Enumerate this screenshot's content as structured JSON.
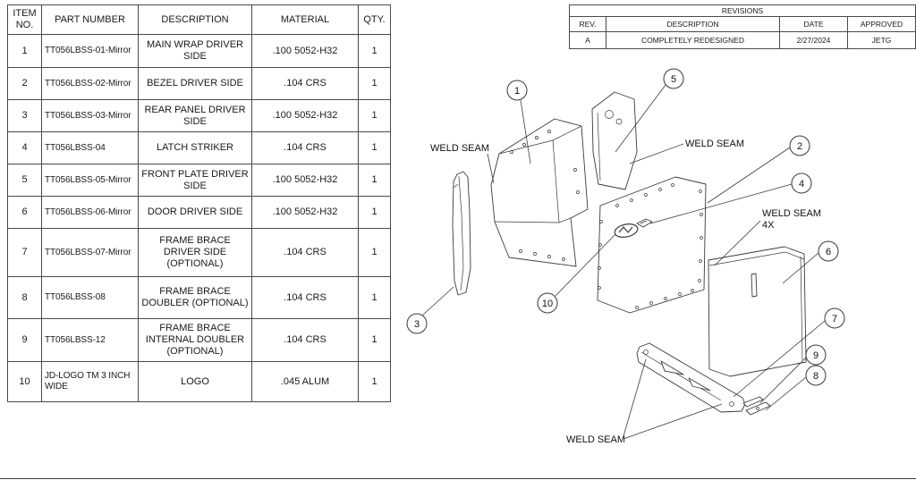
{
  "bom": {
    "headers": {
      "item": "ITEM NO.",
      "part_number": "PART NUMBER",
      "description": "DESCRIPTION",
      "material": "MATERIAL",
      "qty": "QTY."
    },
    "rows": [
      {
        "item": "1",
        "part_number": "TT056LBSS-01-Mirror",
        "description": "MAIN WRAP DRIVER SIDE",
        "material": ".100 5052-H32",
        "qty": "1"
      },
      {
        "item": "2",
        "part_number": "TT056LBSS-02-Mirror",
        "description": "BEZEL DRIVER SIDE",
        "material": ".104 CRS",
        "qty": "1"
      },
      {
        "item": "3",
        "part_number": "TT056LBSS-03-Mirror",
        "description": "REAR PANEL DRIVER SIDE",
        "material": ".100 5052-H32",
        "qty": "1"
      },
      {
        "item": "4",
        "part_number": "TT056LBSS-04",
        "description": "LATCH STRIKER",
        "material": ".104 CRS",
        "qty": "1"
      },
      {
        "item": "5",
        "part_number": "TT056LBSS-05-Mirror",
        "description": "FRONT PLATE DRIVER SIDE",
        "material": ".100 5052-H32",
        "qty": "1"
      },
      {
        "item": "6",
        "part_number": "TT056LBSS-06-Mirror",
        "description": "DOOR DRIVER SIDE",
        "material": ".100 5052-H32",
        "qty": "1"
      },
      {
        "item": "7",
        "part_number": "TT056LBSS-07-Mirror",
        "description": "FRAME BRACE DRIVER SIDE (OPTIONAL)",
        "material": ".104 CRS",
        "qty": "1"
      },
      {
        "item": "8",
        "part_number": "TT056LBSS-08",
        "description": "FRAME BRACE DOUBLER (OPTIONAL)",
        "material": ".104 CRS",
        "qty": "1"
      },
      {
        "item": "9",
        "part_number": "TT056LBSS-12",
        "description": "FRAME BRACE INTERNAL DOUBLER (OPTIONAL)",
        "material": ".104 CRS",
        "qty": "1"
      },
      {
        "item": "10",
        "part_number": "JD-LOGO TM 3 INCH WIDE",
        "description": "LOGO",
        "material": ".045 ALUM",
        "qty": "1"
      }
    ]
  },
  "revisions": {
    "title": "REVISIONS",
    "headers": {
      "rev": "REV.",
      "description": "DESCRIPTION",
      "date": "DATE",
      "approved": "APPROVED"
    },
    "rows": [
      {
        "rev": "A",
        "description": "COMPLETELY REDESIGNED",
        "date": "2/27/2024",
        "approved": "JETG"
      }
    ]
  },
  "diagram": {
    "balloons": {
      "b1": "1",
      "b2": "2",
      "b3": "3",
      "b4": "4",
      "b5": "5",
      "b6": "6",
      "b7": "7",
      "b8": "8",
      "b9": "9",
      "b10": "10"
    },
    "labels": {
      "weld_seam_left": "WELD SEAM",
      "weld_seam_right": "WELD SEAM",
      "weld_seam_multi": "WELD SEAM",
      "weld_seam_multi_qty": "4X",
      "weld_seam_bottom": "WELD SEAM"
    }
  },
  "colors": {
    "line": "#3a3a3a",
    "background": "#ffffff"
  }
}
